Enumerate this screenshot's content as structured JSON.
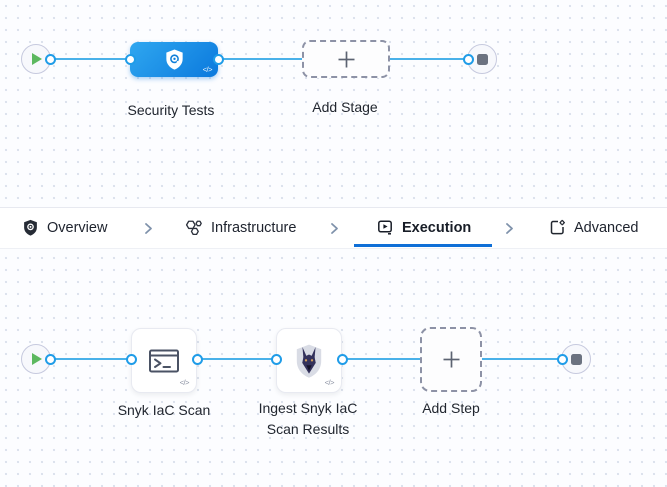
{
  "pipeline": {
    "stage": {
      "name": "Security Tests"
    },
    "add_stage_label": "Add Stage"
  },
  "tabs": {
    "items": [
      {
        "label": "Overview",
        "icon": "shield-gear-icon",
        "active": false
      },
      {
        "label": "Infrastructure",
        "icon": "hexagon-cluster-icon",
        "active": false
      },
      {
        "label": "Execution",
        "icon": "play-square-icon",
        "active": true
      },
      {
        "label": "Advanced",
        "icon": "document-gear-icon",
        "active": false
      }
    ]
  },
  "execution": {
    "steps": [
      {
        "name": "Snyk IaC Scan",
        "icon": "terminal-icon"
      },
      {
        "name": "Ingest Snyk IaC Scan Results",
        "icon": "snyk-dog-icon"
      }
    ],
    "add_step_label": "Add Step"
  },
  "badges": {
    "code": "</>"
  },
  "icons": {
    "start_node": "play-icon",
    "end_node": "stop-icon",
    "stage": "security-shield-icon",
    "add": "plus-icon",
    "tab_separator": "chevron-right-icon"
  },
  "colors": {
    "connector": "#49b1e9",
    "port_ring": "#1f9ce8",
    "stage_gradient_start": "#2fa7f0",
    "stage_gradient_end": "#0b79dd",
    "active_tab_underline": "#0f6fd7",
    "play_green": "#5cb85f",
    "end_square": "#6b7280",
    "dashed_border": "#8d92a6",
    "label_text": "#21262f",
    "canvas_dot": "#dbe1ec"
  }
}
